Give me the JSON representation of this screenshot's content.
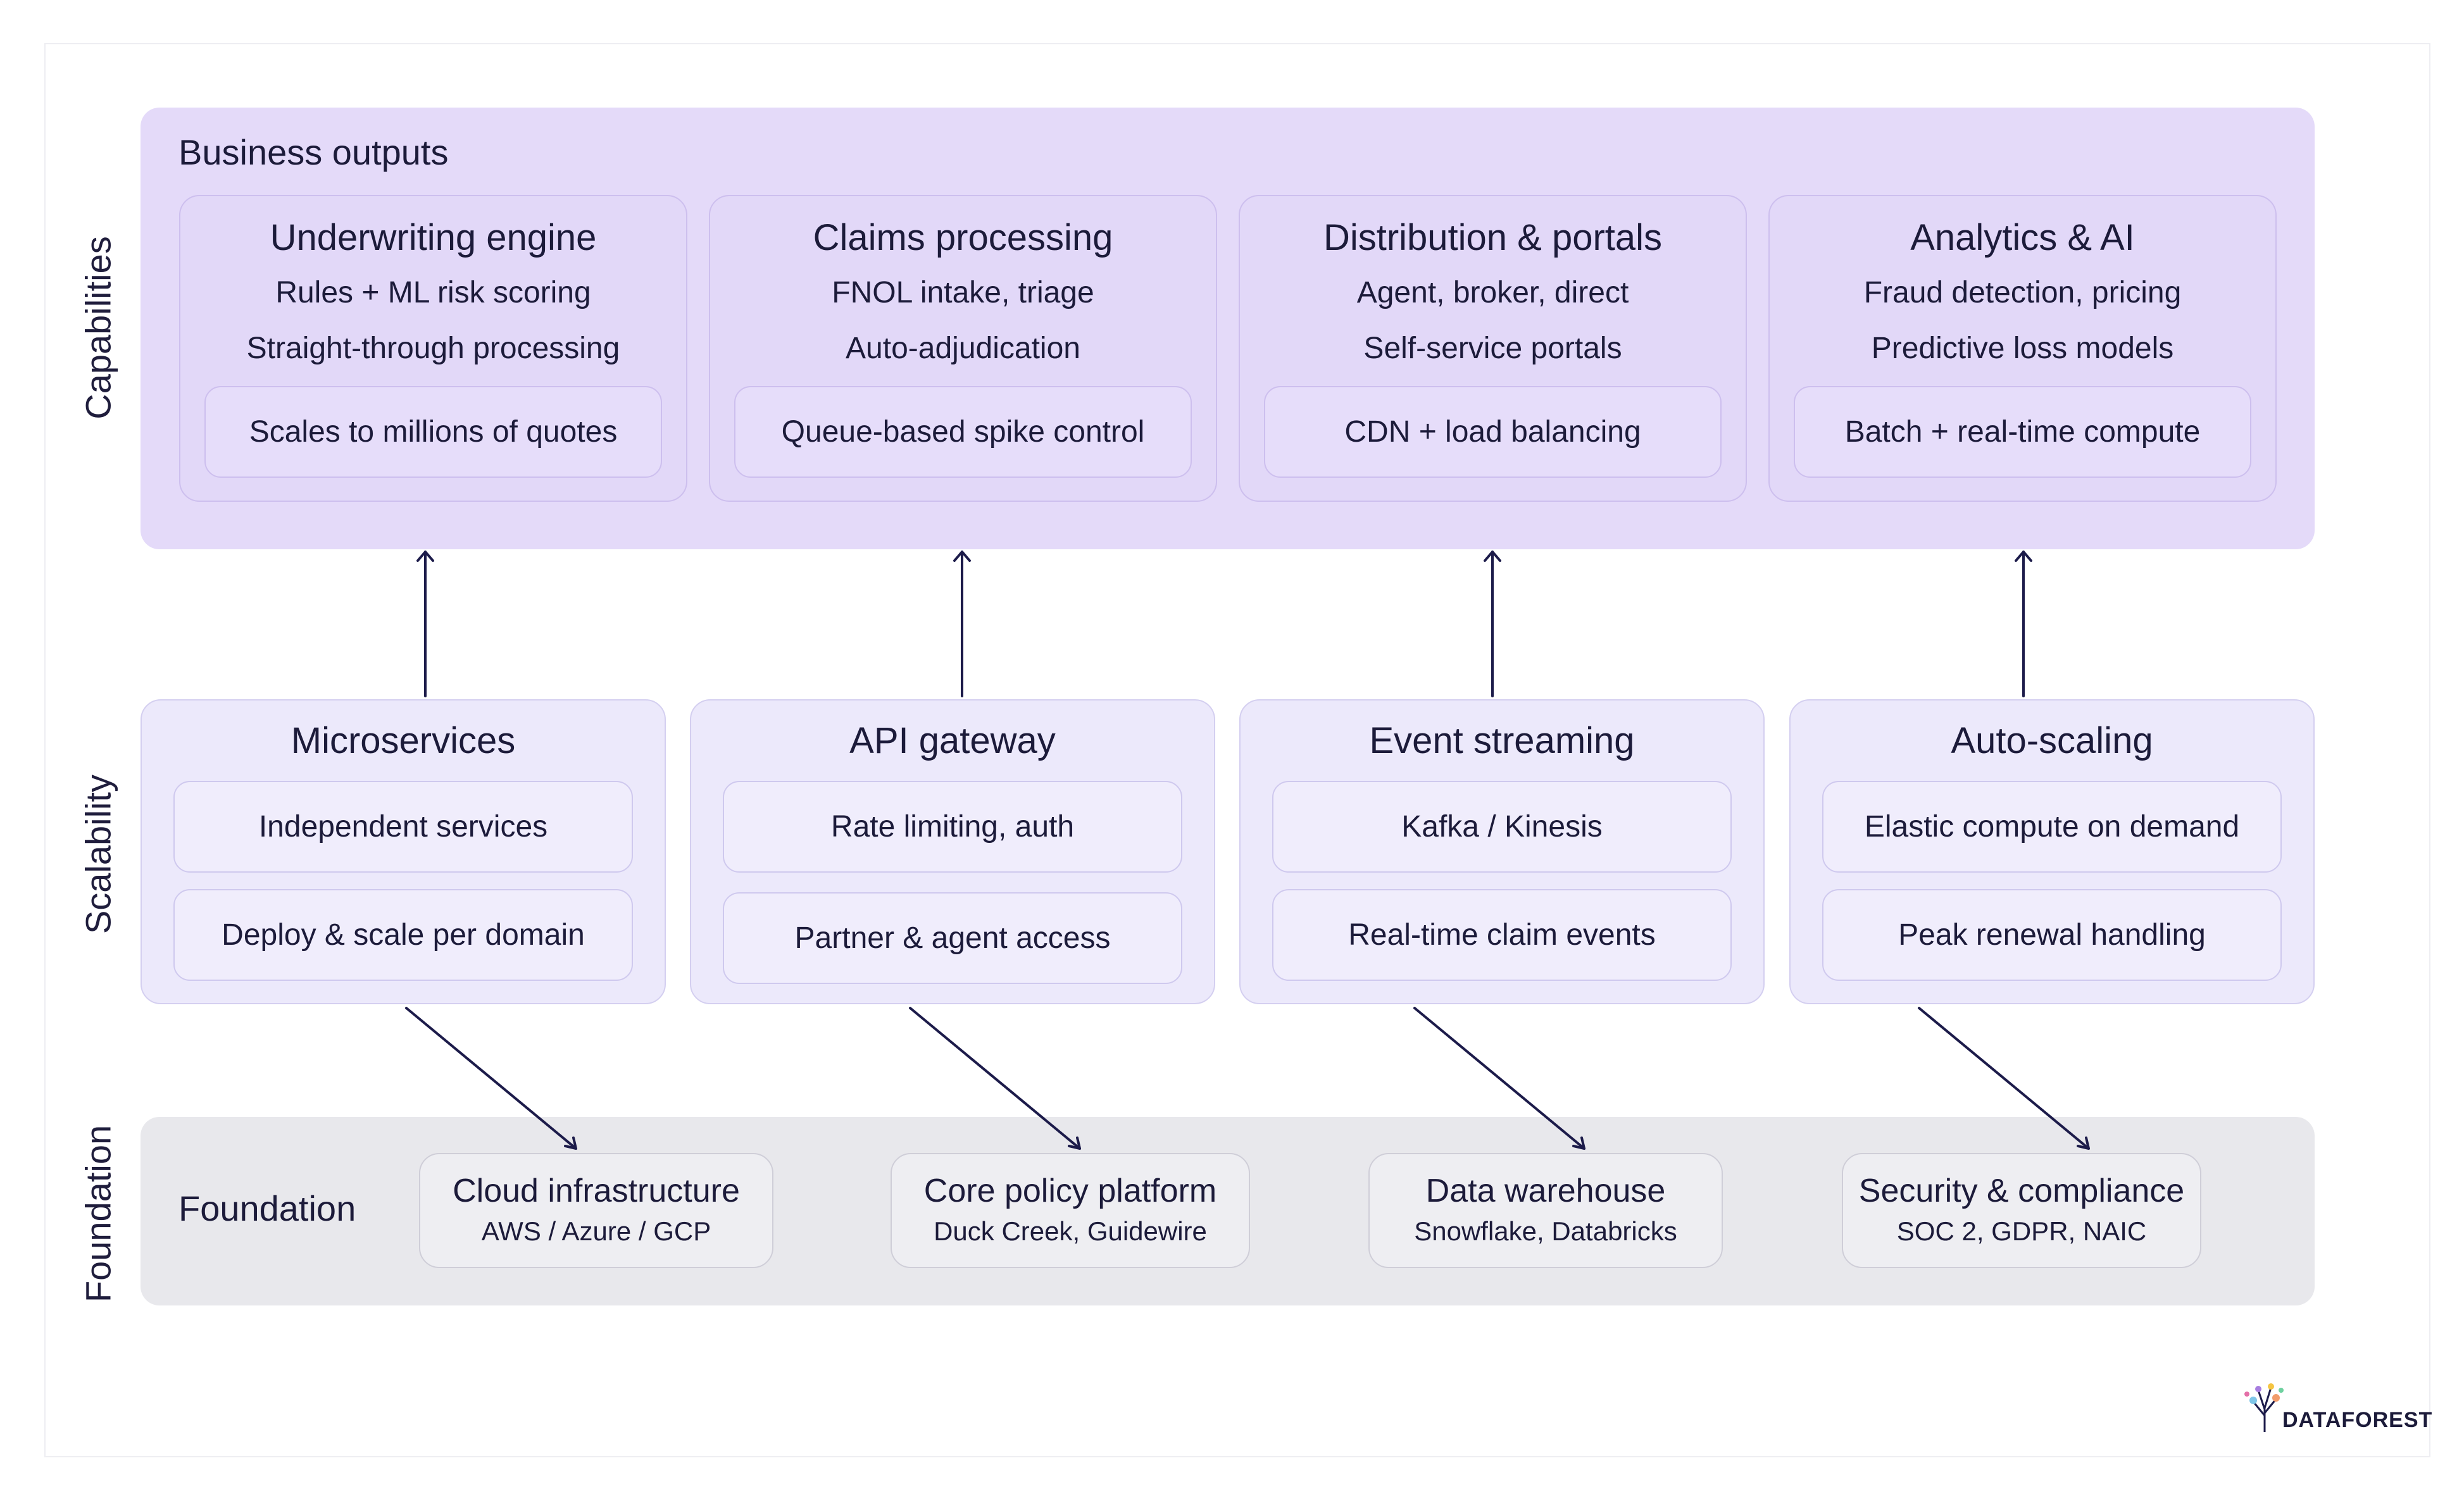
{
  "side_labels": {
    "capabilities": "Capabilities",
    "scalability": "Scalability",
    "foundation": "Foundation"
  },
  "business": {
    "title": "Business outputs",
    "cards": [
      {
        "title": "Underwriting engine",
        "line1": "Rules + ML risk scoring",
        "line2": "Straight-through processing",
        "pill": "Scales to millions of quotes"
      },
      {
        "title": "Claims processing",
        "line1": "FNOL intake, triage",
        "line2": "Auto-adjudication",
        "pill": "Queue-based spike control"
      },
      {
        "title": "Distribution & portals",
        "line1": "Agent, broker, direct",
        "line2": "Self-service portals",
        "pill": "CDN + load balancing"
      },
      {
        "title": "Analytics & AI",
        "line1": "Fraud detection, pricing",
        "line2": "Predictive loss models",
        "pill": "Batch + real-time compute"
      }
    ]
  },
  "scalability": {
    "cards": [
      {
        "title": "Microservices",
        "pill1": "Independent services",
        "pill2": "Deploy & scale per domain"
      },
      {
        "title": "API gateway",
        "pill1": "Rate limiting, auth",
        "pill2": "Partner & agent access"
      },
      {
        "title": "Event streaming",
        "pill1": "Kafka / Kinesis",
        "pill2": "Real-time claim events"
      },
      {
        "title": "Auto-scaling",
        "pill1": "Elastic compute on demand",
        "pill2": "Peak renewal handling"
      }
    ]
  },
  "foundation": {
    "title": "Foundation",
    "cards": [
      {
        "title": "Cloud infrastructure",
        "sub": "AWS / Azure / GCP"
      },
      {
        "title": "Core policy platform",
        "sub": "Duck Creek, Guidewire"
      },
      {
        "title": "Data warehouse",
        "sub": "Snowflake, Databricks"
      },
      {
        "title": "Security & compliance",
        "sub": "SOC 2, GDPR, NAIC"
      }
    ]
  },
  "logo": {
    "text": "DATAFOREST"
  },
  "colors": {
    "arrow": "#1c1b4a",
    "capabilities_band": "#e4daf9",
    "foundation_band": "#e8e8ec"
  }
}
